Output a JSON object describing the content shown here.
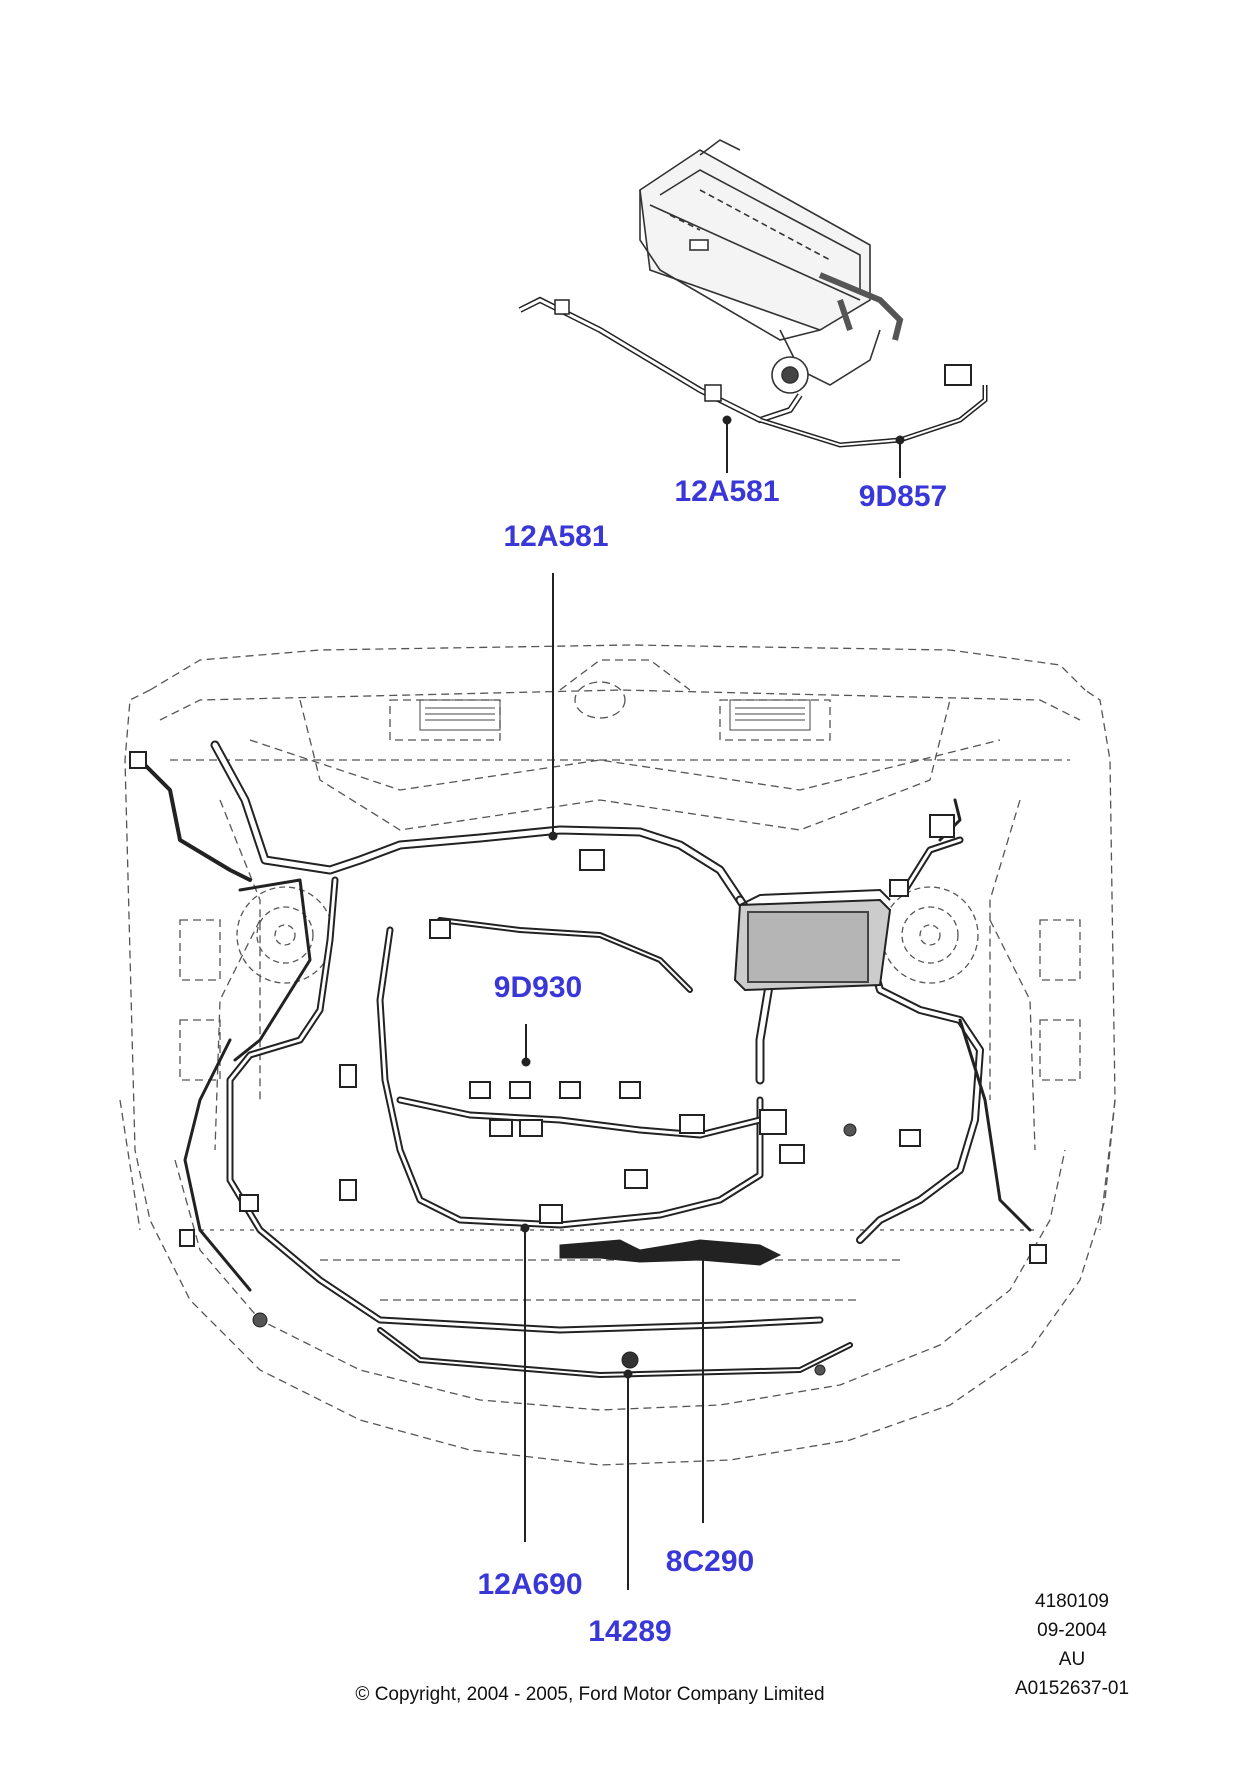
{
  "callouts": {
    "evap_harness": "12A581",
    "evap_tube": "9D857",
    "main_harness": "12A581",
    "sensor_harness": "9D930",
    "engine_harness": "12A690",
    "jumper": "14289",
    "relay_bracket": "8C290"
  },
  "meta": {
    "code": "4180109",
    "date": "09-2004",
    "region": "AU",
    "image_id": "A0152637-01"
  },
  "copyright": "© Copyright, 2004 - 2005, Ford Motor Company Limited",
  "colors": {
    "callout": "#3a37d8",
    "line": "#222222",
    "dashed": "#555555"
  }
}
